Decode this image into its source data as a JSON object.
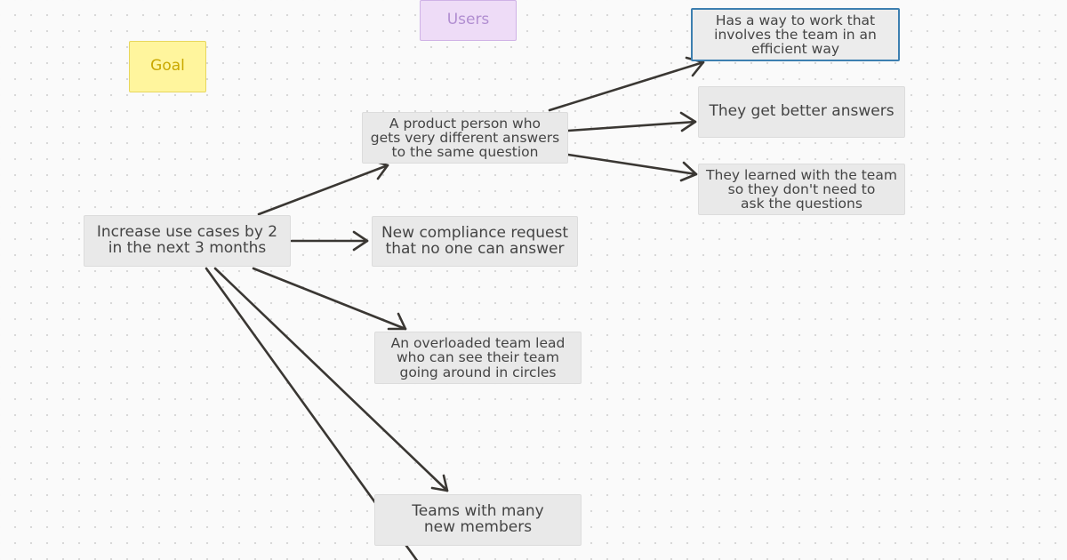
{
  "labels": {
    "goal": "Goal",
    "users": "Users"
  },
  "nodes": {
    "goal_main": "Increase use cases by 2\nin the next 3 months",
    "product_person": "A product person who\ngets very different answers\nto the same question",
    "compliance": "New compliance request\nthat no one can answer",
    "team_lead": "An overloaded team lead\nwho can see their team\ngoing around in circles",
    "new_members": "Teams with many\nnew members",
    "work_way": "Has a way to work that\ninvolves the team in an\nefficient way",
    "better_answers": "They get better answers",
    "learned": "They learned with the team\nso they don't need to\nask the questions"
  },
  "colors": {
    "arrow": "#3a3733",
    "selection": "#3d7fb0"
  }
}
